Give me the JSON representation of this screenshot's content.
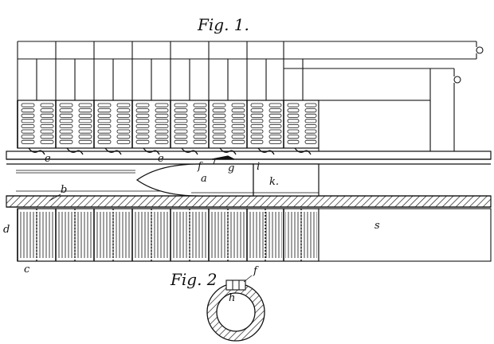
{
  "figures": {
    "fig1_title": "Fig. 1.",
    "fig2_title": "Fig. 2"
  },
  "labels": {
    "a": "a",
    "b": "b",
    "c": "c",
    "d": "d",
    "e1": "e",
    "e2": "e",
    "f1": "f",
    "g": "g",
    "i": "i",
    "k": "k.",
    "s": "s",
    "f2": "f",
    "h": "h"
  },
  "colors": {
    "ink": "#111111",
    "paper": "#ffffff"
  }
}
